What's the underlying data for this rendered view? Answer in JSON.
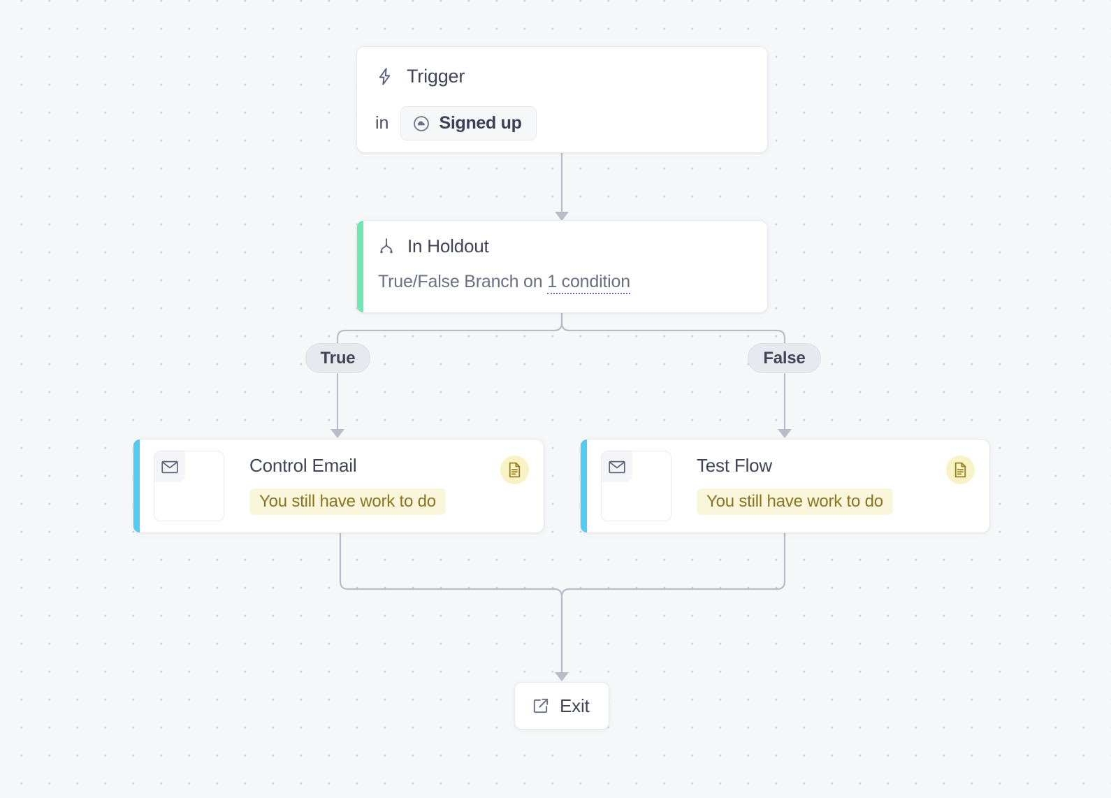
{
  "canvas": {
    "background_color": "#f6f7f9",
    "dot_color": "#c9cbd5",
    "connector_color": "#b9bcc8"
  },
  "trigger": {
    "icon": "lightning-bolt-icon",
    "title": "Trigger",
    "in_label": "in",
    "chip": {
      "icon": "cloud-circle-icon",
      "label": "Signed up"
    }
  },
  "holdout": {
    "icon": "branch-split-icon",
    "title": "In Holdout",
    "description_prefix": "True/False Branch on ",
    "condition_link": "1 condition",
    "accent_color": "#6ee7b0"
  },
  "branches": {
    "true_label": "True",
    "false_label": "False",
    "pill_bg": "#e8e9ef"
  },
  "steps": [
    {
      "accent_color": "#52cbf0",
      "preview_icon": "envelope-icon",
      "title": "Control Email",
      "warning": "You still have work to do",
      "badge_icon": "document-icon",
      "badge_color": "#f8f2c5"
    },
    {
      "accent_color": "#52cbf0",
      "preview_icon": "envelope-icon",
      "title": "Test Flow",
      "warning": "You still have work to do",
      "badge_icon": "document-icon",
      "badge_color": "#f8f2c5"
    }
  ],
  "exit": {
    "icon": "external-link-icon",
    "label": "Exit"
  }
}
